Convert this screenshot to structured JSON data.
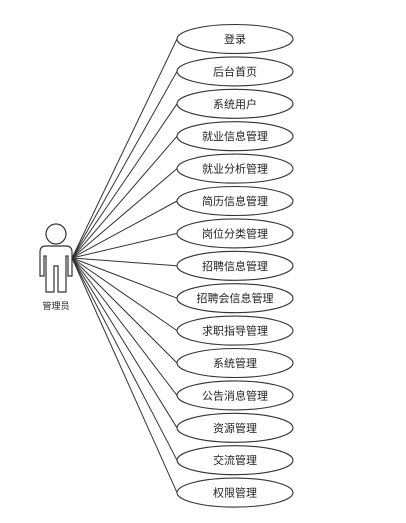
{
  "actor": {
    "label": "管理员"
  },
  "use_cases": [
    {
      "id": "login",
      "label": "登录"
    },
    {
      "id": "admin-home",
      "label": "后台首页"
    },
    {
      "id": "system-users",
      "label": "系统用户"
    },
    {
      "id": "employment-info",
      "label": "就业信息管理"
    },
    {
      "id": "employment-analysis",
      "label": "就业分析管理"
    },
    {
      "id": "resume-info",
      "label": "简历信息管理"
    },
    {
      "id": "job-category",
      "label": "岗位分类管理"
    },
    {
      "id": "recruit-info",
      "label": "招聘信息管理"
    },
    {
      "id": "job-fair-info",
      "label": "招聘会信息管理"
    },
    {
      "id": "career-guidance",
      "label": "求职指导管理"
    },
    {
      "id": "system-mgmt",
      "label": "系统管理"
    },
    {
      "id": "announcement",
      "label": "公告消息管理"
    },
    {
      "id": "resources",
      "label": "资源管理"
    },
    {
      "id": "exchange",
      "label": "交流管理"
    },
    {
      "id": "permissions",
      "label": "权限管理"
    }
  ]
}
